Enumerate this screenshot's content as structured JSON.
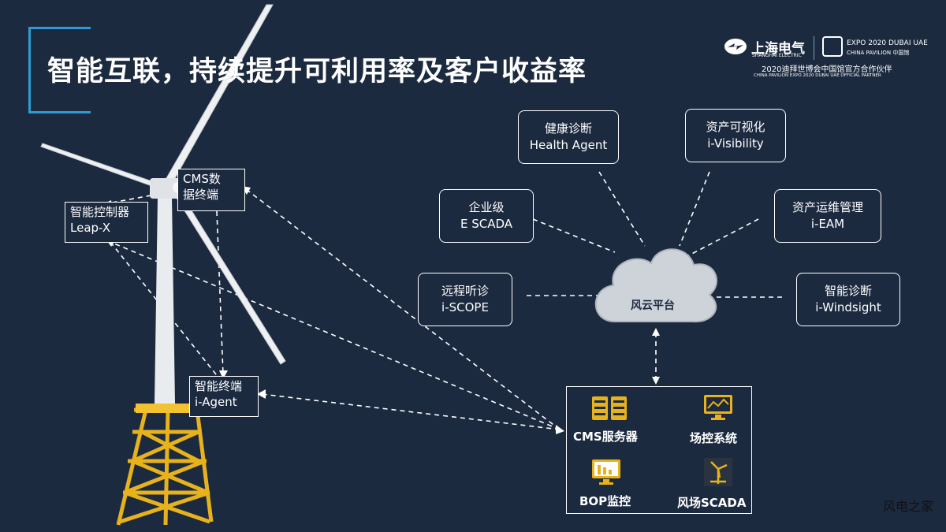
{
  "header": {
    "title": "智能互联，持续提升可利用率及客户收益率",
    "logo_brand": "上海电气",
    "logo_brand_en": "SHANGHAI ELECTRIC",
    "expo_line1": "EXPO 2020 DUBAI UAE",
    "expo_line2": "CHINA PAVILION 中国馆",
    "partner_line1": "2020迪拜世博会中国馆官方合作伙伴",
    "partner_line2": "CHINA PAVILION EXPO 2020 DUBAI UAE OFFICIAL PARTNER",
    "brand_color": "#2e9bd6"
  },
  "turbine": {
    "cms_terminal": {
      "line1": "CMS数",
      "line2": "据终端"
    },
    "controller": {
      "line1": "智能控制器",
      "line2": "Leap-X"
    },
    "agent": {
      "line1": "智能终端",
      "line2": "i-Agent"
    }
  },
  "cloud": {
    "label": "风云平台"
  },
  "services": {
    "health": {
      "cn": "健康诊断",
      "en": "Health Agent"
    },
    "visibility": {
      "cn": "资产可视化",
      "en": "i-Visibility"
    },
    "escada": {
      "cn": "企业级",
      "en": "E SCADA"
    },
    "eam": {
      "cn": "资产运维管理",
      "en": "i-EAM"
    },
    "scope": {
      "cn": "远程听诊",
      "en": "i-SCOPE"
    },
    "windsight": {
      "cn": "智能诊断",
      "en": "i-Windsight"
    }
  },
  "systems": {
    "cms_server": "CMS服务器",
    "field_control": "场控系统",
    "bop": "BOP监控",
    "farm_scada": "风场SCADA"
  },
  "watermark": "风电之家"
}
